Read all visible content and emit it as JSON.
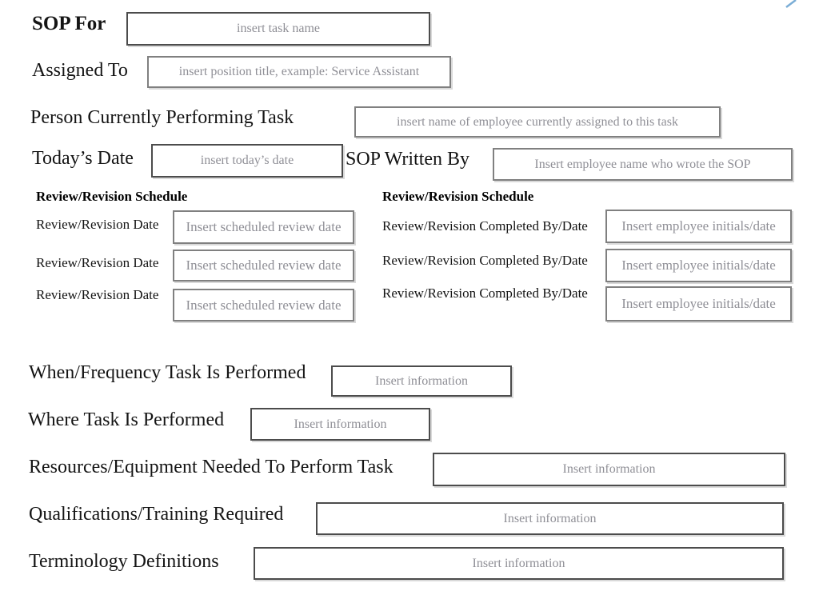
{
  "form": {
    "sop_for": {
      "label": "SOP For",
      "placeholder": "insert task name"
    },
    "assigned_to": {
      "label": "Assigned To",
      "placeholder": "insert position title, example: Service Assistant"
    },
    "person_performing": {
      "label": "Person Currently Performing Task",
      "placeholder": "insert name of employee currently assigned to this task"
    },
    "todays_date": {
      "label": "Today’s Date",
      "placeholder": "insert today’s date"
    },
    "sop_written_by": {
      "label": "SOP Written By",
      "placeholder": "Insert employee name who wrote the SOP"
    },
    "review_schedule": {
      "header_left": "Review/Revision Schedule",
      "header_right": "Review/Revision Schedule",
      "rows": [
        {
          "date_label": "Review/Revision Date",
          "date_placeholder": "Insert scheduled review date",
          "completed_label": "Review/Revision Completed By/Date",
          "completed_placeholder": "Insert employee initials/date"
        },
        {
          "date_label": "Review/Revision Date",
          "date_placeholder": "Insert scheduled review date",
          "completed_label": "Review/Revision Completed By/Date",
          "completed_placeholder": "Insert employee initials/date"
        },
        {
          "date_label": "Review/Revision Date",
          "date_placeholder": "Insert scheduled review date",
          "completed_label": "Review/Revision Completed By/Date",
          "completed_placeholder": "Insert employee initials/date"
        }
      ]
    },
    "when_frequency": {
      "label": "When/Frequency Task Is Performed",
      "placeholder": "Insert information"
    },
    "where_performed": {
      "label": "Where Task Is Performed",
      "placeholder": "Insert information"
    },
    "resources": {
      "label": "Resources/Equipment Needed To Perform Task",
      "placeholder": "Insert information"
    },
    "qualifications": {
      "label": "Qualifications/Training Required",
      "placeholder": "Insert information"
    },
    "terminology": {
      "label": "Terminology Definitions",
      "placeholder": "Insert information"
    }
  },
  "colors": {
    "border_dark": "#4c4c4c",
    "border_medium": "#808080",
    "placeholder_text": "#8f8f96",
    "label_text": "#141414",
    "blue_mark": "#7aadd6"
  }
}
